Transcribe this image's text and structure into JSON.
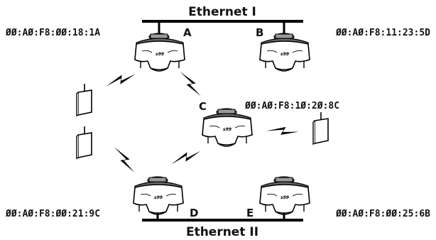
{
  "networks": {
    "top": "Ethernet I",
    "bottom": "Ethernet II"
  },
  "access_points": [
    {
      "id": "A",
      "mac": "ØØ:AØ:F8:ØØ:18:1A",
      "uplink": "Ethernet I"
    },
    {
      "id": "B",
      "mac": "ØØ:AØ:F8:11:23:5D",
      "uplink": "Ethernet I"
    },
    {
      "id": "C",
      "mac": "ØØ:AØ:F8:1Ø:2Ø:8C",
      "uplink": "wireless"
    },
    {
      "id": "D",
      "mac": "ØØ:AØ:F8:ØØ:21:9C",
      "uplink": "Ethernet II"
    },
    {
      "id": "E",
      "mac": "ØØ:AØ:F8:ØØ:25:6B",
      "uplink": "Ethernet II"
    }
  ],
  "clients": [
    {
      "id": "client-1",
      "icon": "mobile-terminal-icon",
      "links": [
        "A"
      ]
    },
    {
      "id": "client-2",
      "icon": "mobile-terminal-icon",
      "links": [
        "D"
      ]
    },
    {
      "id": "client-3",
      "icon": "mobile-terminal-icon",
      "links": [
        "C"
      ]
    }
  ],
  "radio_links": [
    [
      "client-1",
      "A"
    ],
    [
      "A",
      "C"
    ],
    [
      "client-2",
      "D"
    ],
    [
      "C",
      "D"
    ],
    [
      "C",
      "client-3"
    ]
  ],
  "colors": {
    "line": "#000000",
    "device_body": "#ffffff",
    "device_top": "#8a8a8a"
  }
}
